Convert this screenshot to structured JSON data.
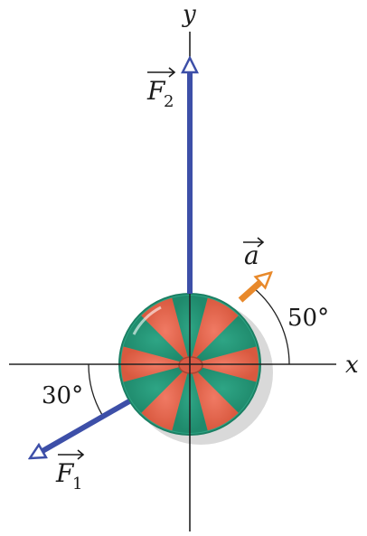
{
  "axes": {
    "x_label": "x",
    "y_label": "y"
  },
  "vectors": {
    "F1": {
      "letter": "F",
      "subscript": "1",
      "color": "#3d4fa8"
    },
    "F2": {
      "letter": "F",
      "subscript": "2",
      "color": "#3d4fa8"
    },
    "a": {
      "letter": "a",
      "color": "#e8892b"
    }
  },
  "angles": {
    "a_angle": "50°",
    "F1_angle": "30°"
  },
  "puck": {
    "colors": [
      "#e86a55",
      "#2ea585"
    ]
  }
}
